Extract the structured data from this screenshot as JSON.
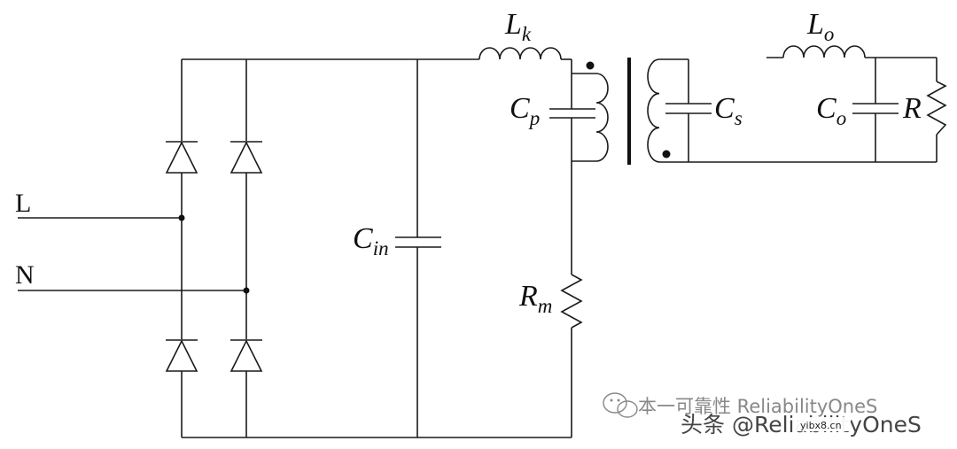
{
  "terminals": {
    "line": "L",
    "neutral": "N"
  },
  "components": {
    "input_capacitor": {
      "sym": "C",
      "sub": "in"
    },
    "leakage_inductor": {
      "sym": "L",
      "sub": "k"
    },
    "primary_capacitor": {
      "sym": "C",
      "sub": "p"
    },
    "sense_resistor": {
      "sym": "R",
      "sub": "m"
    },
    "secondary_capacitor": {
      "sym": "C",
      "sub": "s"
    },
    "output_inductor": {
      "sym": "L",
      "sub": "o"
    },
    "output_capacitor": {
      "sym": "C",
      "sub": "o"
    },
    "load_resistor": {
      "sym": "R",
      "sub": ""
    }
  },
  "watermark": {
    "line1": "本一可靠性 ReliabilityOneS",
    "line2": "头条 @ReliabilityOneS",
    "corner": "yibx8.cn"
  }
}
